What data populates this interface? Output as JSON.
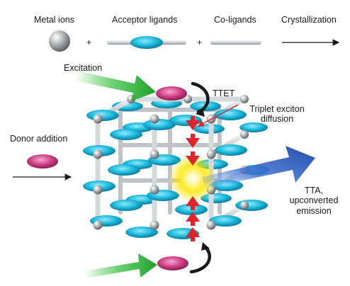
{
  "legend": {
    "metal_ions": "Metal ions",
    "plus": "+",
    "acceptor_ligands": "Acceptor ligands",
    "co_ligands": "Co-ligands",
    "crystallization": "Crystallization"
  },
  "labels": {
    "excitation": "Excitation",
    "ttet": "TTET",
    "triplet_line1": "Triplet exciton",
    "triplet_line2": "diffusion",
    "donor_addition": "Donor addition",
    "tta_line1": "TTA,",
    "tta_line2": "upconverted",
    "tta_line3": "emission"
  },
  "colors": {
    "metal": "#b5b7ba",
    "acceptor": "#19b8d9",
    "donor": "#cf3f86",
    "rod": "#d4d7da",
    "green_arrow": "#2fbf3a",
    "blue_arrow": "#1f4ea8",
    "red_arrow": "#e0242c",
    "glow": "#ffe600"
  }
}
